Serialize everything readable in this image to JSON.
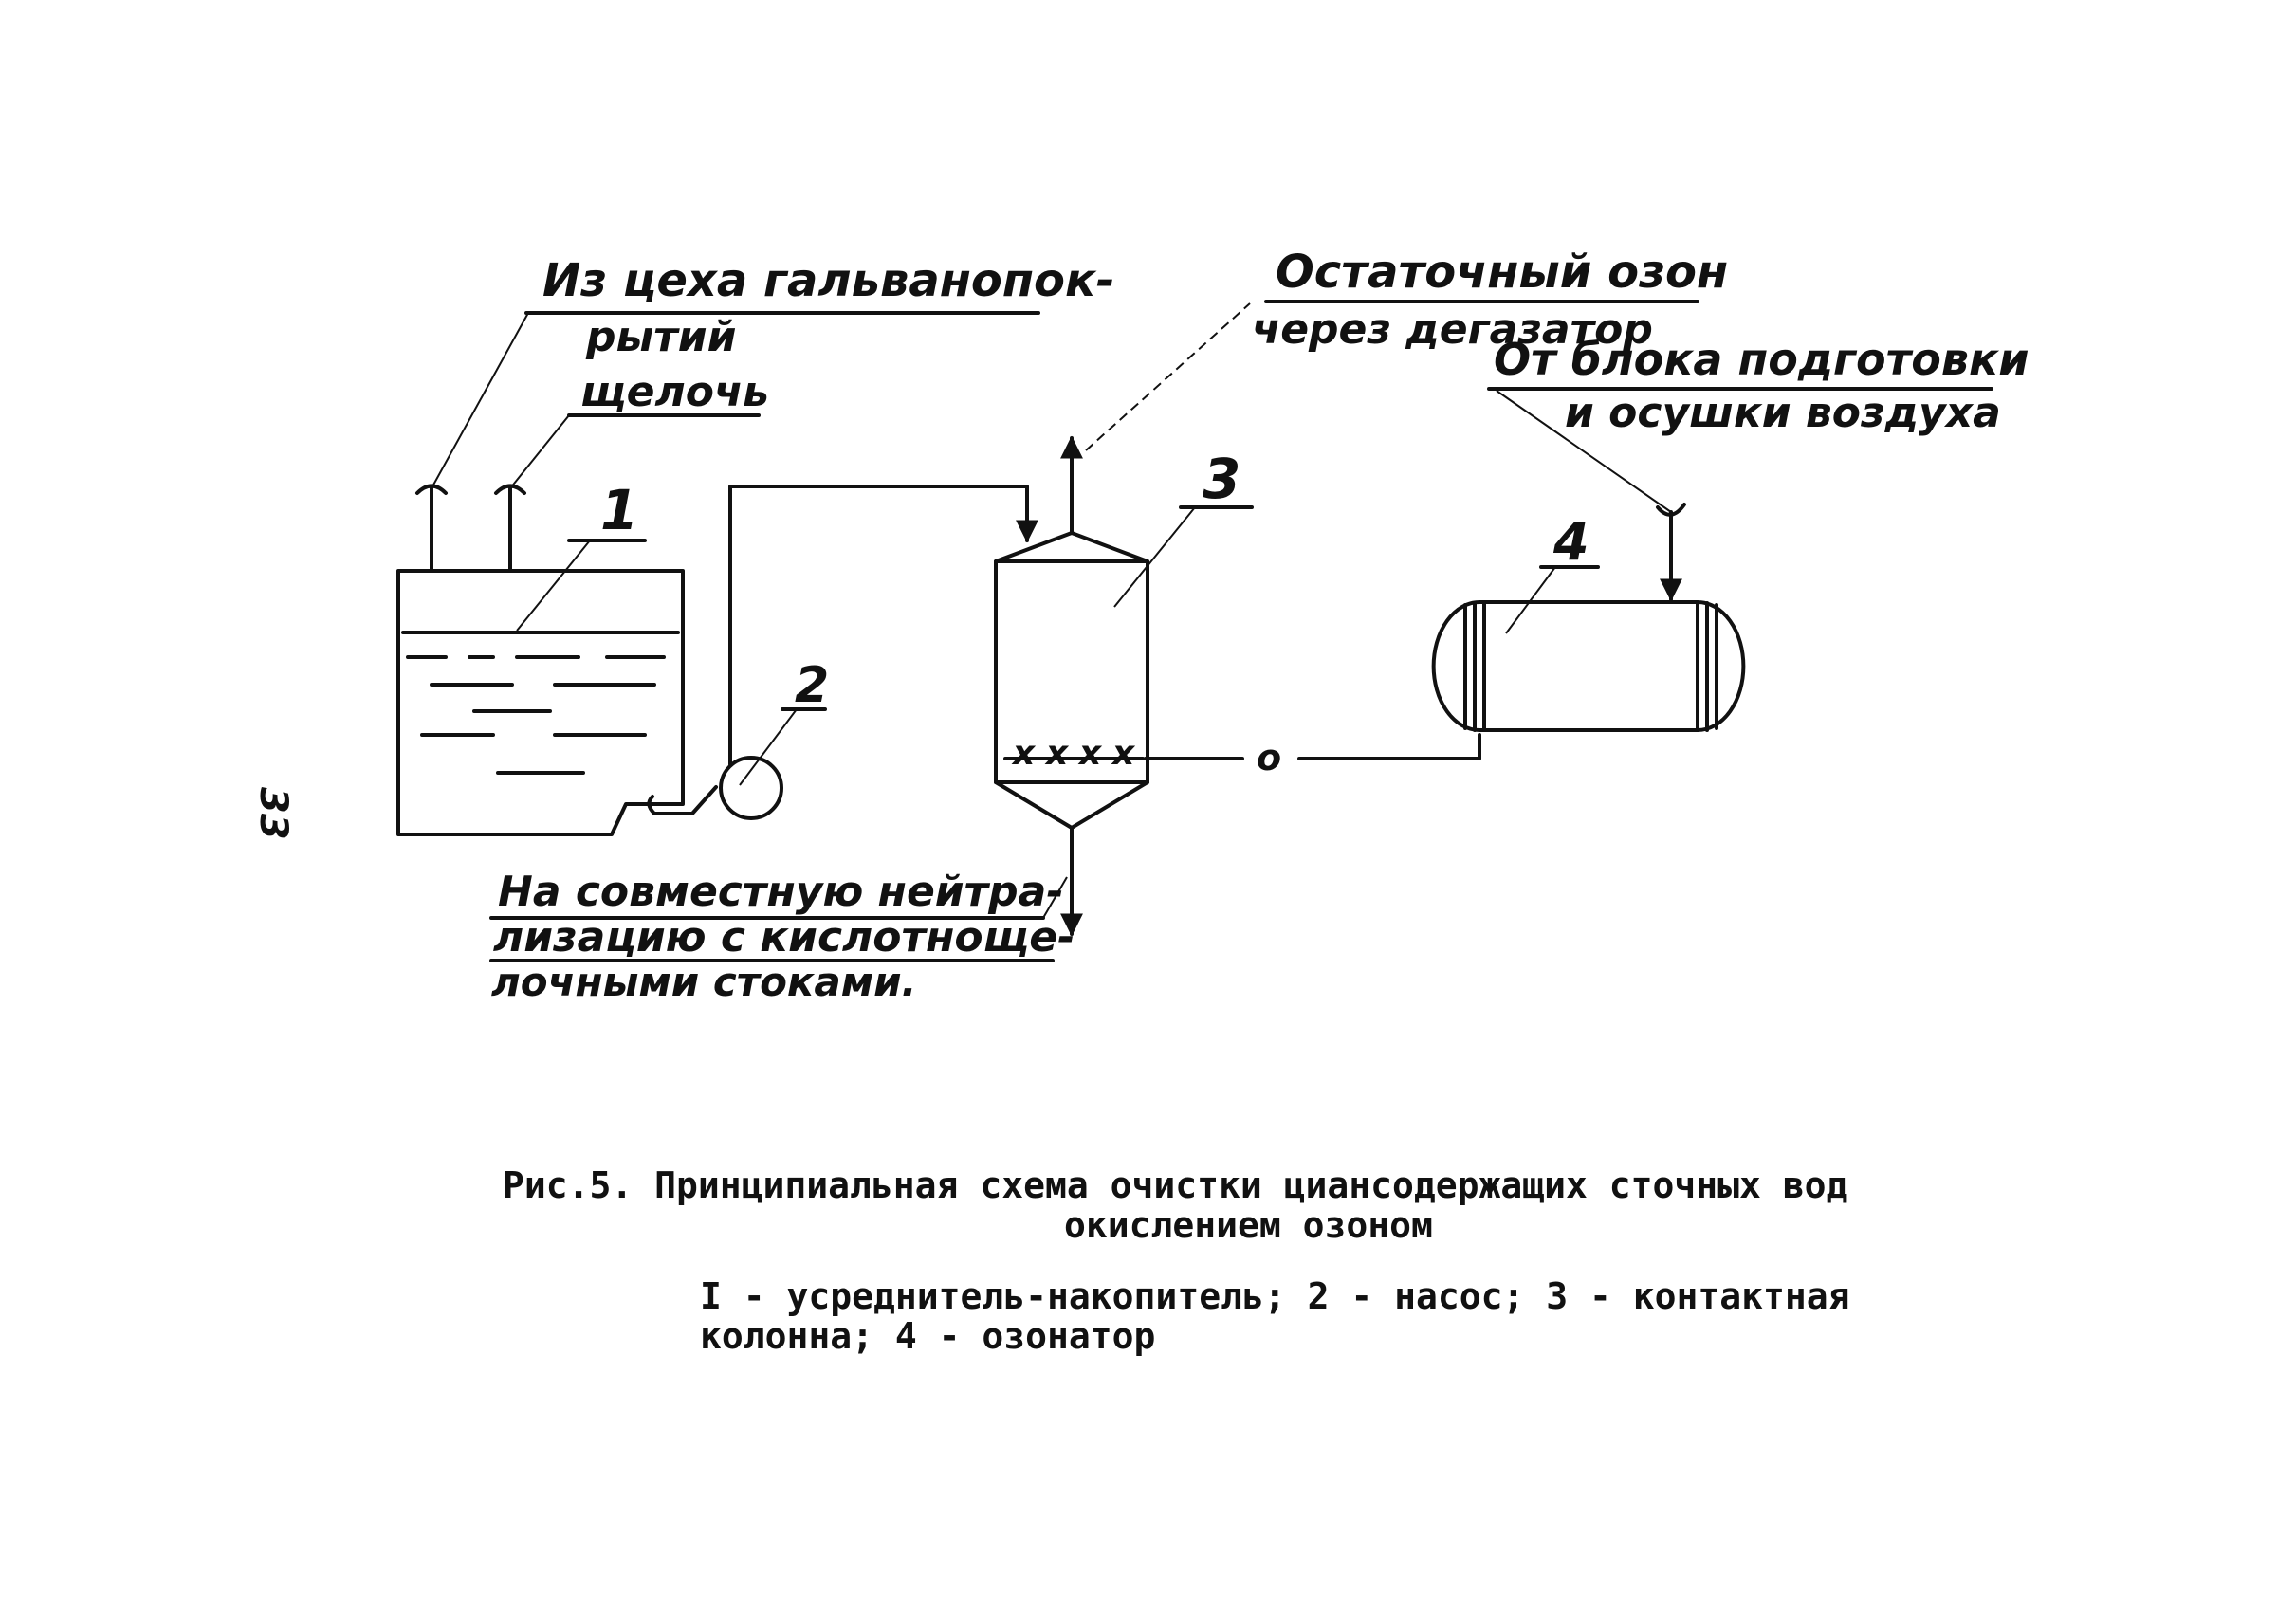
{
  "diagram": {
    "page_number": "33",
    "labels": {
      "from_shop_line1": "Из цеха гальванопок-",
      "from_shop_line2": "рытий",
      "alkali": "щелочь",
      "residual_ozone_line1": "Остаточный озон",
      "residual_ozone_line2": "через   дегазатор",
      "air_block_line1": "От блока подготовки",
      "air_block_line2": "и осушки воздуха",
      "neutralization_line1": "На совместную нейтра-",
      "neutralization_line2": "лизацию с кислотноще-",
      "neutralization_line3": "лочными    стоками.",
      "valve_mark": "о"
    },
    "nodes": [
      {
        "id": "1",
        "number": "1",
        "name": "усреднитель-накопитель"
      },
      {
        "id": "2",
        "number": "2",
        "name": "насос"
      },
      {
        "id": "3",
        "number": "3",
        "name": "контактная колонна"
      },
      {
        "id": "4",
        "number": "4",
        "name": "озонатор"
      }
    ],
    "edges": [
      {
        "from": "from_shop",
        "to": "1"
      },
      {
        "from": "alkali",
        "to": "1"
      },
      {
        "from": "1",
        "to": "2"
      },
      {
        "from": "2",
        "to": "3"
      },
      {
        "from": "4",
        "to": "3"
      },
      {
        "from": "air_block",
        "to": "4"
      },
      {
        "from": "3",
        "to": "residual_ozone"
      },
      {
        "from": "3",
        "to": "neutralization"
      }
    ],
    "figure_title_line1": "Рис.5. Принципиальная схема очистки циансодержащих сточных вод",
    "figure_title_line2": "окислением озоном",
    "legend_line1": "I - усреднитель-накопитель; 2 - насос; 3 - контактная",
    "legend_line2": "колонна; 4 - озонатор"
  }
}
